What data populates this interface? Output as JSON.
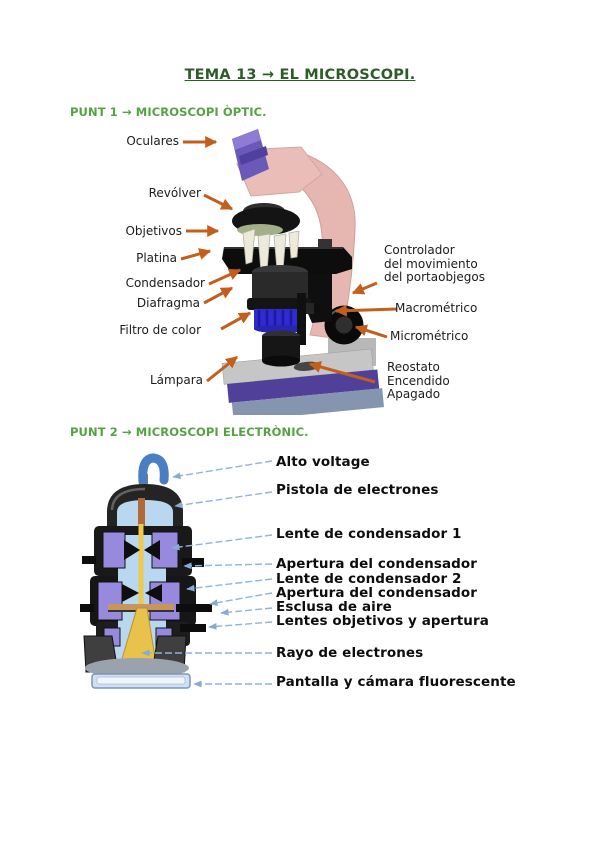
{
  "page": {
    "title": "TEMA 13 → EL MICROSCOPI."
  },
  "optical": {
    "heading": "PUNT 1 → MICROSCOPI ÒPTIC.",
    "labels": [
      {
        "id": "oculares",
        "text": "Oculares"
      },
      {
        "id": "revolver",
        "text": "Revólver"
      },
      {
        "id": "objetivos",
        "text": "Objetivos"
      },
      {
        "id": "platina",
        "text": "Platina"
      },
      {
        "id": "condensador",
        "text": "Condensador"
      },
      {
        "id": "diafragma",
        "text": "Diafragma"
      },
      {
        "id": "filtro",
        "text": "Filtro de color"
      },
      {
        "id": "lampara",
        "text": "Lámpara"
      },
      {
        "id": "controlador",
        "text": "Controlador\ndel movimiento\ndel portaobjegos"
      },
      {
        "id": "macrometrico",
        "text": "Macrométrico"
      },
      {
        "id": "micrometrico",
        "text": "Micrométrico"
      },
      {
        "id": "reostato",
        "text": "Reostato\nEncendido\nApagado"
      }
    ]
  },
  "electron": {
    "heading": "PUNT 2 → MICROSCOPI ELECTRÒNIC.",
    "labels": [
      "Alto voltage",
      "Pistola de electrones",
      "Lente de condensador 1",
      "Apertura del condensador",
      "Lente de condensador 2",
      "Apertura del condensador",
      "Esclusa de aire",
      "Lentes objetivos y apertura",
      "Rayo de electrones",
      "Pantalla y cámara fluorescente"
    ]
  },
  "colors": {
    "title_green": "#2d5c28",
    "heading_green": "#55a245",
    "label_text": "#1c1c1c",
    "optical_arrow_orange": "#c35f1d",
    "electron_arrow_blue": "#8fb3da",
    "microscope_pink": "#e6b6b1",
    "eyepiece_purple": "#6b59ba",
    "diaphragm_blue": "#2f2bd1",
    "base_purple": "#50409a",
    "base_slate": "#8595b0",
    "electron_lens_purple": "#978ade",
    "electron_interior_blue": "#b9d7ef",
    "electron_beam_yellow": "#e8c24a",
    "hook_blue": "#4a7ec2"
  }
}
